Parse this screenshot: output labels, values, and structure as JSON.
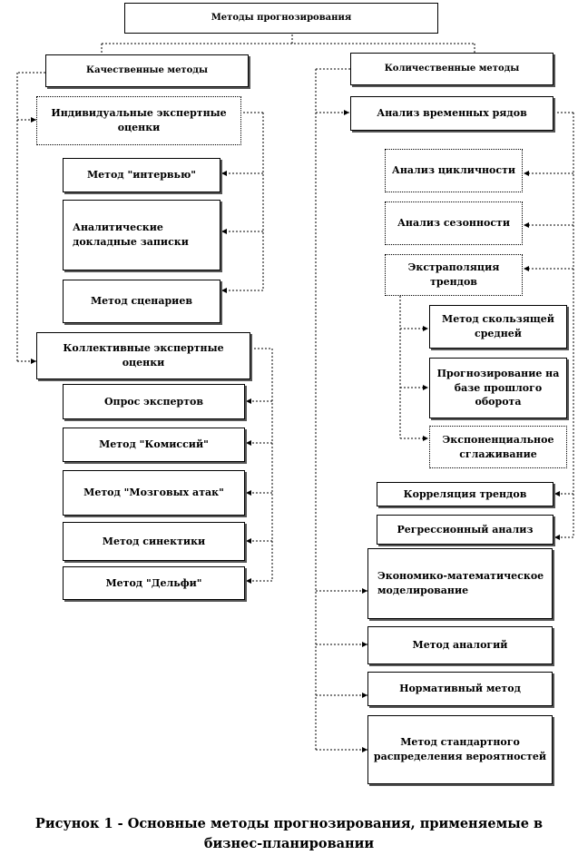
{
  "root": "Методы прогнозирования",
  "qualitative": {
    "title": "Качественные методы",
    "individual": {
      "title": "Индивидуальные экспертные оценки",
      "items": [
        "Метод \"интервью\"",
        "Аналитические докладные записки",
        "Метод сценариев"
      ]
    },
    "collective": {
      "title": "Коллективные экспертные оценки",
      "items": [
        "Опрос экспертов",
        "Метод \"Комиссий\"",
        "Метод \"Мозговых атак\"",
        "Метод синектики",
        "Метод \"Дельфи\""
      ]
    }
  },
  "quantitative": {
    "title": "Количественные методы",
    "time_series": {
      "title": "Анализ временных рядов",
      "cyclicity": "Анализ цикличности",
      "seasonality": "Анализ сезонности",
      "extrapolation": {
        "title": "Экстраполяция трендов",
        "items": [
          "Метод скользящей средней",
          "Прогнозирование на базе прошлого оборота",
          "Экспоненциальное сглаживание"
        ]
      },
      "trend_correlation": "Корреляция трендов",
      "regression": "Регрессионный анализ"
    },
    "other": [
      "Экономико-математическое моделирование",
      "Метод аналогий",
      "Нормативный метод",
      "Метод стандартного распределения вероятностей"
    ]
  },
  "caption": {
    "line1": "Рисунок 1 - Основные методы прогнозирования, применяемые в",
    "line2": "бизнес-планировании"
  }
}
